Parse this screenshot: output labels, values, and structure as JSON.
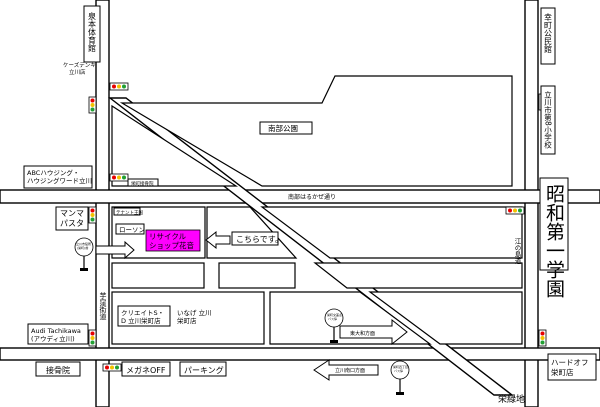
{
  "colors": {
    "highlight": "#ff00ff",
    "signal_red": "#e60000",
    "signal_yellow": "#f2c200",
    "signal_green": "#22a033",
    "road_stroke": "#000000"
  },
  "roads": {
    "north_road": "南部はるかぜ通り",
    "west_street": "芋窪街道",
    "east_street": "江の島道",
    "green_road": "栄緑地"
  },
  "places": {
    "park": "南部公園",
    "school": "昭和第一学園",
    "school_right_top": "幸町公民館",
    "school_right_mid": "立川市第8小学校",
    "top_left_vertical": "泉本体育館",
    "kswin": "ケーズデンキ\n立川店",
    "abc": "ABCハウジング・\nハウジングワード立川",
    "manma": "マンマ\nパスタ",
    "audi": "Audi Tachikawa\n(アウディ立川)",
    "sekkotsu": "接骨院",
    "megane": "メガネOFF",
    "parking": "パーキング",
    "hardoff": "ハードオフ\n栄町店",
    "lawson": "ローソン",
    "recycle": "リサイクル\nショップ花音",
    "here": "こちらです。",
    "create": "クリエイトS・\nD 立川栄町店",
    "inage": "いなげ 立川\n栄町店",
    "sakaecho_post": "栄町接骨院",
    "tenant": "テナント王国",
    "east_arrow_label": "東大和方面",
    "south_arrow_label": "立川南口方面",
    "bus_stop_left": "立川市役所\n(栄町)前",
    "bus_stop_center": "栄町交差点\nバス停",
    "bus_stop_bottom": "栄町四丁目\nバス停"
  }
}
